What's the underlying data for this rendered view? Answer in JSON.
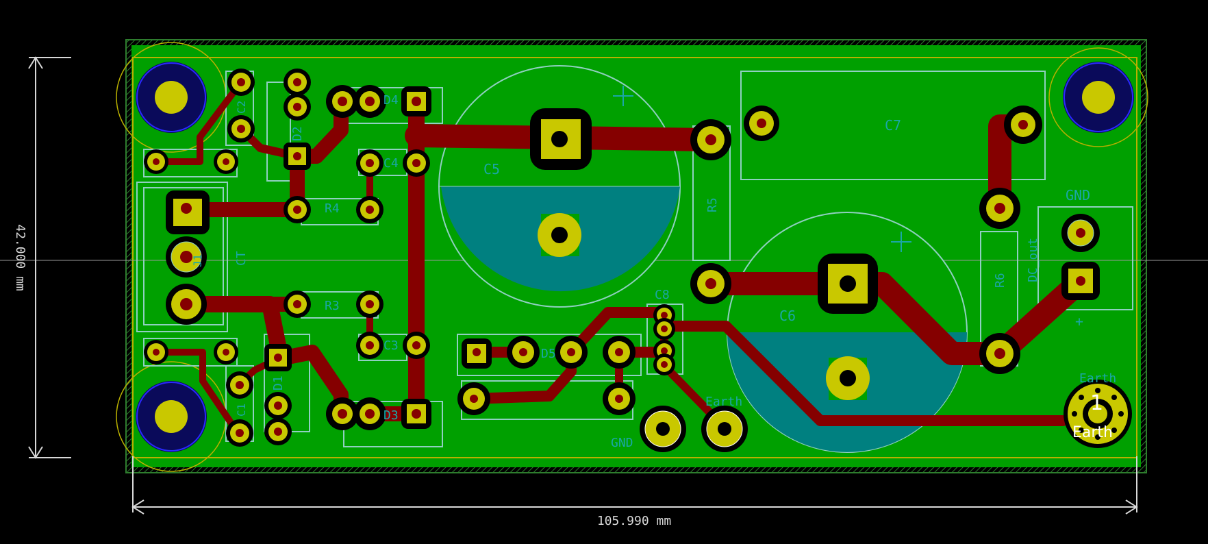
{
  "dimensions": {
    "width_label": "105.990 mm",
    "height_label": "42.000 mm"
  },
  "refs": {
    "C1": "C1",
    "C2": "C2",
    "C3": "C3",
    "C4": "C4",
    "C5": "C5",
    "C6": "C6",
    "C7": "C7",
    "C8": "C8",
    "D1": "D1",
    "D2": "D2",
    "D3": "D3",
    "D4": "D4",
    "D5": "D5",
    "R3": "R3",
    "R4": "R4",
    "R5": "R5",
    "R6": "R6",
    "CT": "CT",
    "DC_out": "DC_out",
    "GND_top": "GND",
    "GND_bottom": "GND",
    "Earth_label": "Earth",
    "Earth_small": "Earth",
    "Earth_under": "Earth",
    "pad_number": "1",
    "J1": "J1"
  },
  "colors": {
    "background": "#000000",
    "copper_fill": "#00a000",
    "trace": "#850000",
    "pad": "#c9c800",
    "silkscreen": "#1aa7a7",
    "dimension": "#d8d8d8"
  }
}
